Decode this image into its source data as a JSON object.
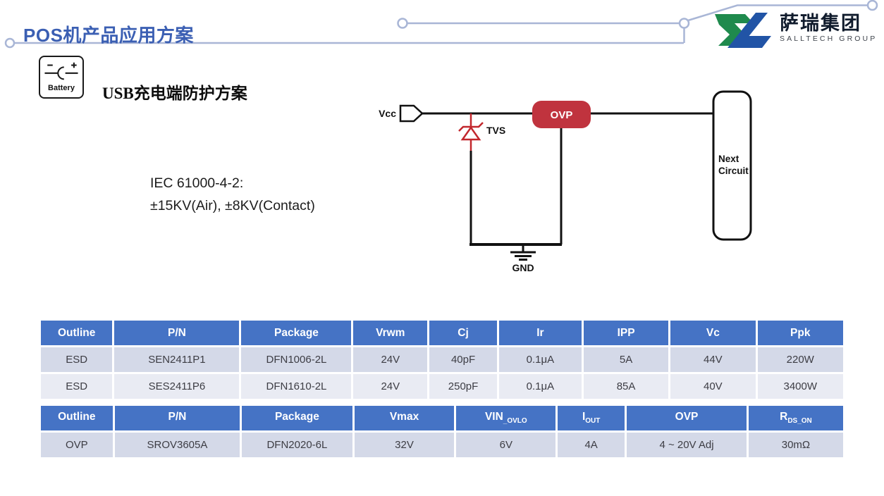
{
  "slide_title": "POS机产品应用方案",
  "logo": {
    "name_cn": "萨瑞集团",
    "name_en": "SALLTECH GROUP"
  },
  "battery_card": {
    "label": "Battery"
  },
  "section_heading": "USB充电端防护方案",
  "note": {
    "line1": "IEC 61000-4-2:",
    "line2": "±15KV(Air), ±8KV(Contact)"
  },
  "circuit": {
    "vcc": "Vcc",
    "tvs": "TVS",
    "ovp": "OVP",
    "gnd": "GND",
    "next1": "Next",
    "next2": "Circuit"
  },
  "colors": {
    "header_blue": "#4573C5",
    "row_dark": "#D4D9E8",
    "row_light": "#E9EBF3",
    "title_blue": "#3B5FB3",
    "ovp_red": "#C0333E",
    "tvs_red": "#C2272D",
    "deco_line": "#A9B6D6",
    "logo_green": "#1F8A4D",
    "logo_blue": "#2154A6"
  },
  "esd_table": {
    "headers": [
      "Outline",
      "P/N",
      "Package",
      "Vrwm",
      "Cj",
      "Ir",
      "IPP",
      "Vc",
      "Ppk"
    ],
    "rows": [
      [
        "ESD",
        "SEN2411P1",
        "DFN1006-2L",
        "24V",
        "40pF",
        "0.1μA",
        "5A",
        "44V",
        "220W"
      ],
      [
        "ESD",
        "SES2411P6",
        "DFN1610-2L",
        "24V",
        "250pF",
        "0.1μA",
        "85A",
        "40V",
        "3400W"
      ]
    ]
  },
  "ovp_table": {
    "headers": [
      {
        "base": "Outline",
        "sub": ""
      },
      {
        "base": "P/N",
        "sub": ""
      },
      {
        "base": "Package",
        "sub": ""
      },
      {
        "base": "Vmax",
        "sub": ""
      },
      {
        "base": "VIN",
        "sub": "_OVLO"
      },
      {
        "base": "I",
        "sub": "OUT"
      },
      {
        "base": "OVP",
        "sub": ""
      },
      {
        "base": "R",
        "sub": "DS_ON"
      }
    ],
    "rows": [
      [
        "OVP",
        "SROV3605A",
        "DFN2020-6L",
        "32V",
        "6V",
        "4A",
        "4 ~ 20V Adj",
        "30mΩ"
      ]
    ]
  }
}
